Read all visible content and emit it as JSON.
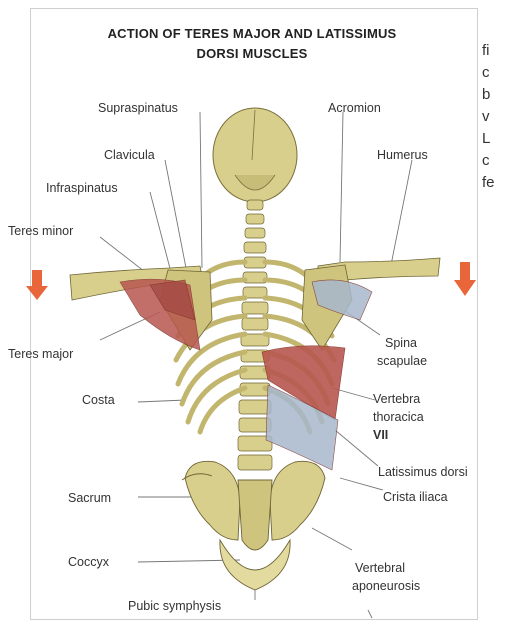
{
  "title_line1": "ACTION OF TERES MAJOR AND LATISSIMUS",
  "title_line2": "DORSI MUSCLES",
  "labels": {
    "supraspinatus": "Supraspinatus",
    "acromion": "Acromion",
    "clavicula": "Clavicula",
    "humerus": "Humerus",
    "infraspinatus": "Infraspinatus",
    "teres_minor": "Teres minor",
    "teres_major": "Teres major",
    "spina": "Spina",
    "scapulae": "scapulae",
    "costa": "Costa",
    "vertebra": "Vertebra",
    "thoracica": "thoracica",
    "vii": "VII",
    "latissimus": "Latissimus dorsi",
    "crista": "Crista iliaca",
    "sacrum": "Sacrum",
    "coccyx": "Coccyx",
    "vertebral": "Vertebral",
    "aponeurosis": "aponeurosis",
    "pubic": "Pubic symphysis"
  },
  "side_text": [
    "fi",
    "c",
    "b",
    "v",
    "L",
    "c",
    "fe"
  ],
  "colors": {
    "bone": "#d9cf8c",
    "muscle": "#b8574f",
    "arrow": "#e8663a"
  }
}
